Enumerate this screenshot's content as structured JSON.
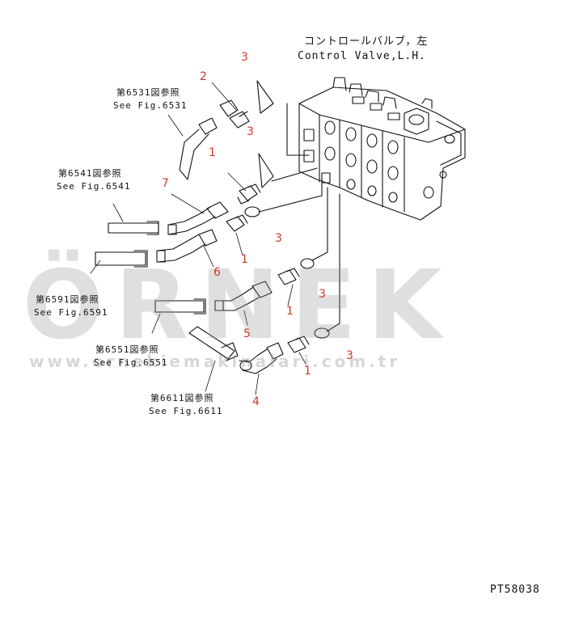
{
  "title": {
    "japanese": "コントロールバルブ，左",
    "english": "Control Valve,L.H."
  },
  "references": [
    {
      "ja": "第6531図参照",
      "en": "See Fig.6531"
    },
    {
      "ja": "第6541図参照",
      "en": "See Fig.6541"
    },
    {
      "ja": "第6591図参照",
      "en": "See Fig.6591"
    },
    {
      "ja": "第6551図参照",
      "en": "See Fig.6551"
    },
    {
      "ja": "第6611図参照",
      "en": "See Fig.6611"
    }
  ],
  "part_numbers": [
    "3",
    "2",
    "3",
    "1",
    "7",
    "3",
    "1",
    "6",
    "3",
    "1",
    "5",
    "3",
    "1",
    "4"
  ],
  "watermark": {
    "logo": "ÖRNEK",
    "url": "www.ornekiemakinalari.com.tr"
  },
  "drawing_code": "PT58038",
  "colors": {
    "part_number": "#cc3a2b",
    "line": "#111111",
    "watermark": "#969696",
    "watermark_accent": "#f1c94a"
  }
}
